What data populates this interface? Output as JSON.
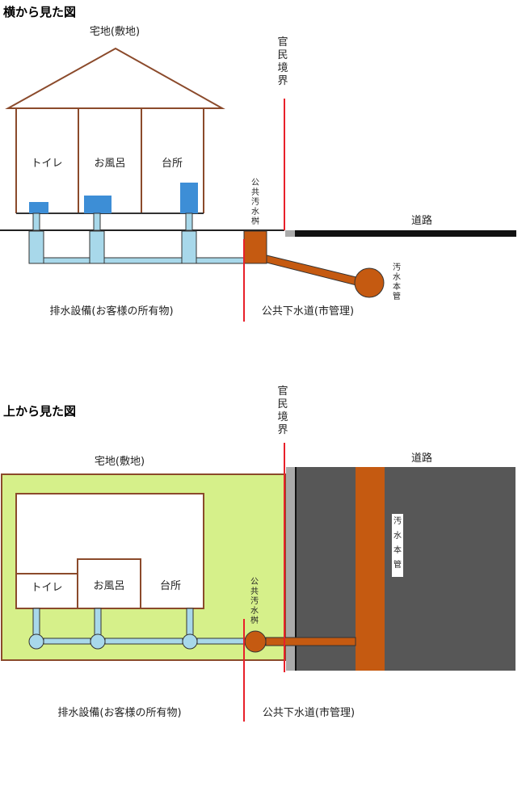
{
  "side_view": {
    "heading": "横から見た図",
    "lot_label": "宅地(敷地)",
    "boundary_label": [
      "官",
      "民",
      "境",
      "界"
    ],
    "rooms": [
      "トイレ",
      "お風呂",
      "台所"
    ],
    "road_label": "道路",
    "public_basin_label": [
      "公",
      "共",
      "汚",
      "水",
      "桝"
    ],
    "main_pipe_label": [
      "汚",
      "水",
      "本",
      "管"
    ],
    "private_label": "排水設備(お客様の所有物)",
    "public_label": "公共下水道(市管理)"
  },
  "top_view": {
    "heading": "上から見た図",
    "boundary_label": [
      "官",
      "民",
      "境",
      "界"
    ],
    "lot_label": "宅地(敷地)",
    "road_label": "道路",
    "rooms": [
      "トイレ",
      "お風呂",
      "台所"
    ],
    "public_basin_label": [
      "公",
      "共",
      "汚",
      "水",
      "桝"
    ],
    "main_pipe_label": [
      "汚",
      "水",
      "本",
      "管"
    ],
    "private_label": "排水設備(お客様の所有物)",
    "public_label": "公共下水道(市管理)"
  },
  "colors": {
    "house_brown": "#8b4a2b",
    "boundary_red": "#e8202a",
    "fixture_blue": "#3d8ed6",
    "pipe_light_blue": "#a8d8ea",
    "sewer_orange": "#c55a11",
    "lot_green": "#d6f08a",
    "road_gray": "#575757"
  }
}
